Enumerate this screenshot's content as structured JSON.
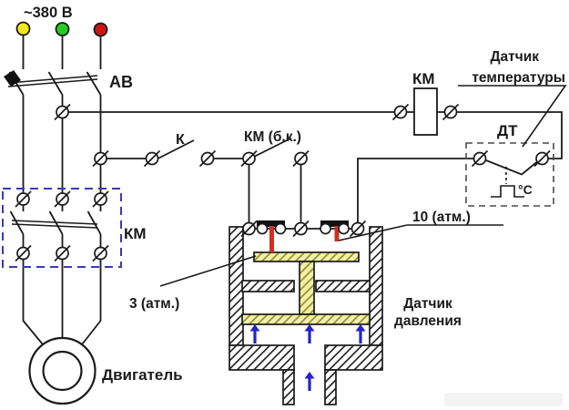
{
  "diagram": {
    "type": "electrical-schematic",
    "labels": {
      "supply_voltage": "~380 В",
      "breaker": "АВ",
      "k_contact": "К",
      "km_aux_contact": "КМ (б.к.)",
      "km_coil": "КМ",
      "km_contactor": "КМ",
      "temp_sensor_line1": "Датчик",
      "temp_sensor_line2": "температуры",
      "dt": "ДТ",
      "celsius": "°C",
      "pressure_high": "10 (атм.)",
      "pressure_low": "3 (атм.)",
      "pressure_sensor_line1": "Датчик",
      "pressure_sensor_line2": "давления",
      "motor": "Двигатель"
    },
    "colors": {
      "wire": "#1a1a1a",
      "accent_red": "#c91f1f",
      "accent_blue": "#2626a8",
      "km_box_dash": "#3a3ab8",
      "phase_yellow": "#f2e61e",
      "phase_green": "#25cc25",
      "phase_red": "#cc1414",
      "piston_fill": "#f3f0a8",
      "piston_hatch": "#8f8f2f",
      "arrow_blue": "#2323c8",
      "contact_rod_red": "#d03020"
    }
  }
}
